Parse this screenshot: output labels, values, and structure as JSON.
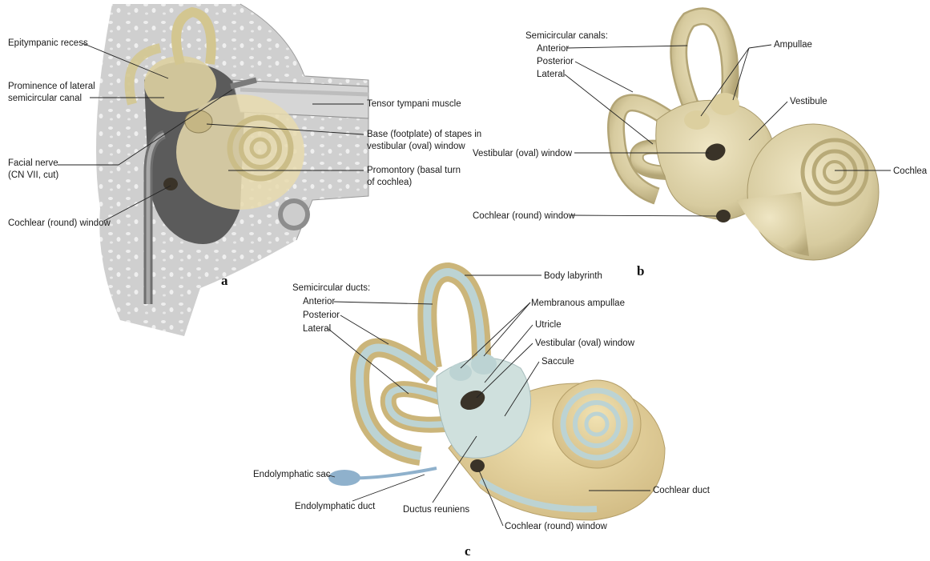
{
  "panels": [
    {
      "id": "a",
      "letter": "a",
      "labels": [
        "Epitympanic recess",
        "Prominence of lateral",
        "semicircular canal",
        "Facial nerve",
        "(CN VII, cut)",
        "Cochlear (round) window",
        "Tensor tympani muscle",
        "Base (footplate) of stapes in",
        "vestibular (oval) window",
        "Promontory (basal turn",
        "of cochlea)"
      ]
    },
    {
      "id": "b",
      "letter": "b",
      "labels": [
        "Semicircular canals:",
        "Anterior",
        "Posterior",
        "Lateral",
        "Vestibular (oval) window",
        "Cochlear (round) window",
        "Ampullae",
        "Vestibule",
        "Cochlea"
      ]
    },
    {
      "id": "c",
      "letter": "c",
      "labels": [
        "Semicircular ducts:",
        "Anterior",
        "Posterior",
        "Lateral",
        "Endolymphatic sac",
        "Endolymphatic duct",
        "Ductus reuniens",
        "Cochlear (round) window",
        "Body labyrinth",
        "Membranous ampullae",
        "Utricle",
        "Vestibular (oval) window",
        "Saccule",
        "Cochlear duct"
      ]
    }
  ],
  "colors": {
    "bone": "#d9cfa6",
    "bone_dark": "#b5a878",
    "membrane": "#bcd3d3",
    "sac": "#8fb1cc",
    "window": "#3a3328",
    "temporal_bone": "#c9c9c9"
  }
}
